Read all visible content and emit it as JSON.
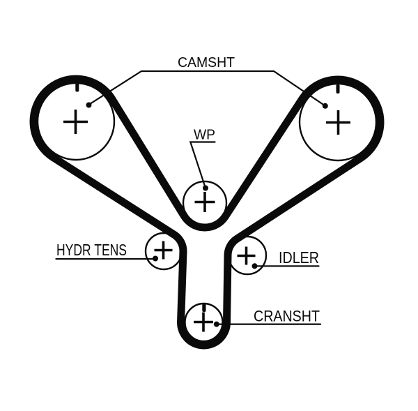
{
  "diagram": {
    "kind": "timing-belt-routing-diagram",
    "background": "#ffffff",
    "ink": "#0a0a0a",
    "labels": {
      "camshaft": "CAMSHT",
      "water_pump": "WP",
      "hydraulic_tensioner": "HYDR TENS",
      "idler": "IDLER",
      "crankshaft": "CRANSHT"
    },
    "pulleys": [
      {
        "id": "camshaft-left",
        "label": "CAMSHT",
        "timing_mark": true
      },
      {
        "id": "camshaft-right",
        "label": "CAMSHT",
        "timing_mark": true
      },
      {
        "id": "water-pump",
        "label": "WP",
        "timing_mark": false
      },
      {
        "id": "hydraulic-tensioner",
        "label": "HYDR TENS",
        "timing_mark": false
      },
      {
        "id": "idler",
        "label": "IDLER",
        "timing_mark": false
      },
      {
        "id": "crankshaft",
        "label": "CRANSHT",
        "timing_mark": true
      }
    ]
  }
}
